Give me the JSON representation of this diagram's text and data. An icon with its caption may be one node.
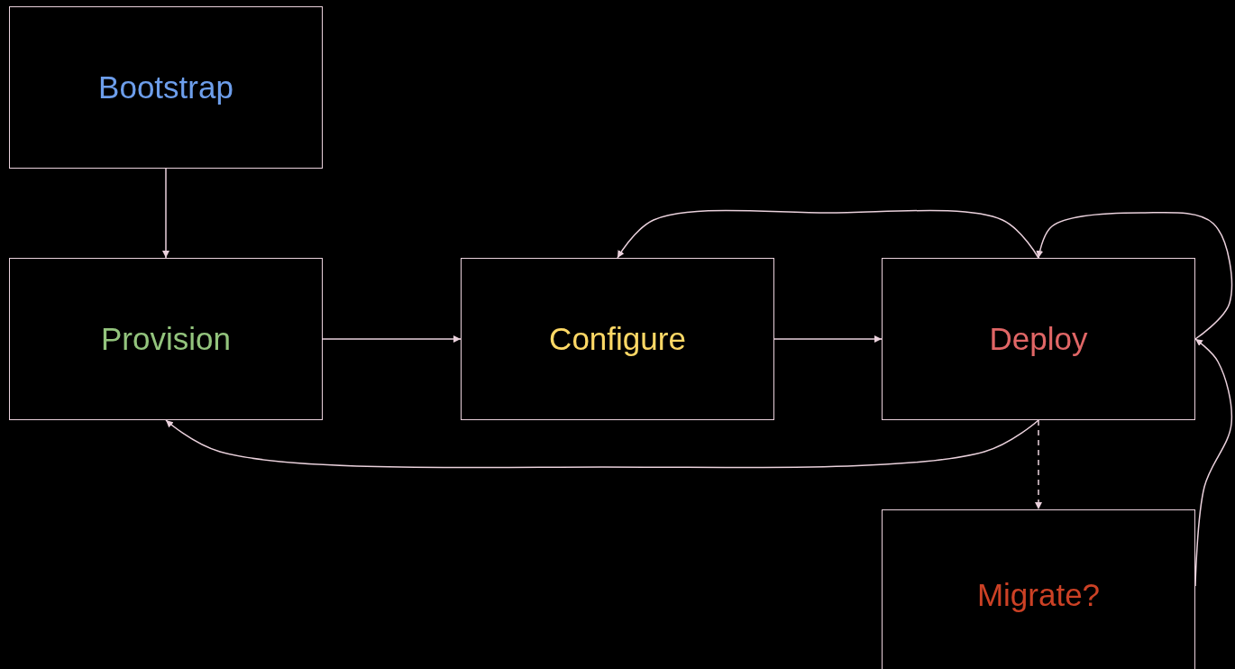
{
  "diagram": {
    "nodes": [
      {
        "text": [
          "Bootstrap"
        ]
      },
      {
        "text": [
          "Provision"
        ]
      },
      {
        "text": [
          "Configure"
        ]
      },
      {
        "text": [
          "Deploy"
        ]
      },
      {
        "text": [
          "Migrate?"
        ]
      }
    ],
    "edges": [
      {
        "from": 0,
        "to": 1,
        "arrow": "to"
      },
      {
        "from": 1,
        "to": 2,
        "arrow": "to"
      },
      {
        "from": 2,
        "to": 3,
        "arrow": "to"
      },
      {
        "from": 3,
        "to": 2,
        "arrow": "to"
      },
      {
        "from": 3,
        "to": 3,
        "arrow": "to"
      },
      {
        "from": 3,
        "to": 1,
        "arrow": "to"
      },
      {
        "from": 3,
        "to": 4,
        "arrow": "to",
        "style": "dashed"
      },
      {
        "from": 4,
        "to": 3,
        "arrow": "to"
      }
    ]
  }
}
